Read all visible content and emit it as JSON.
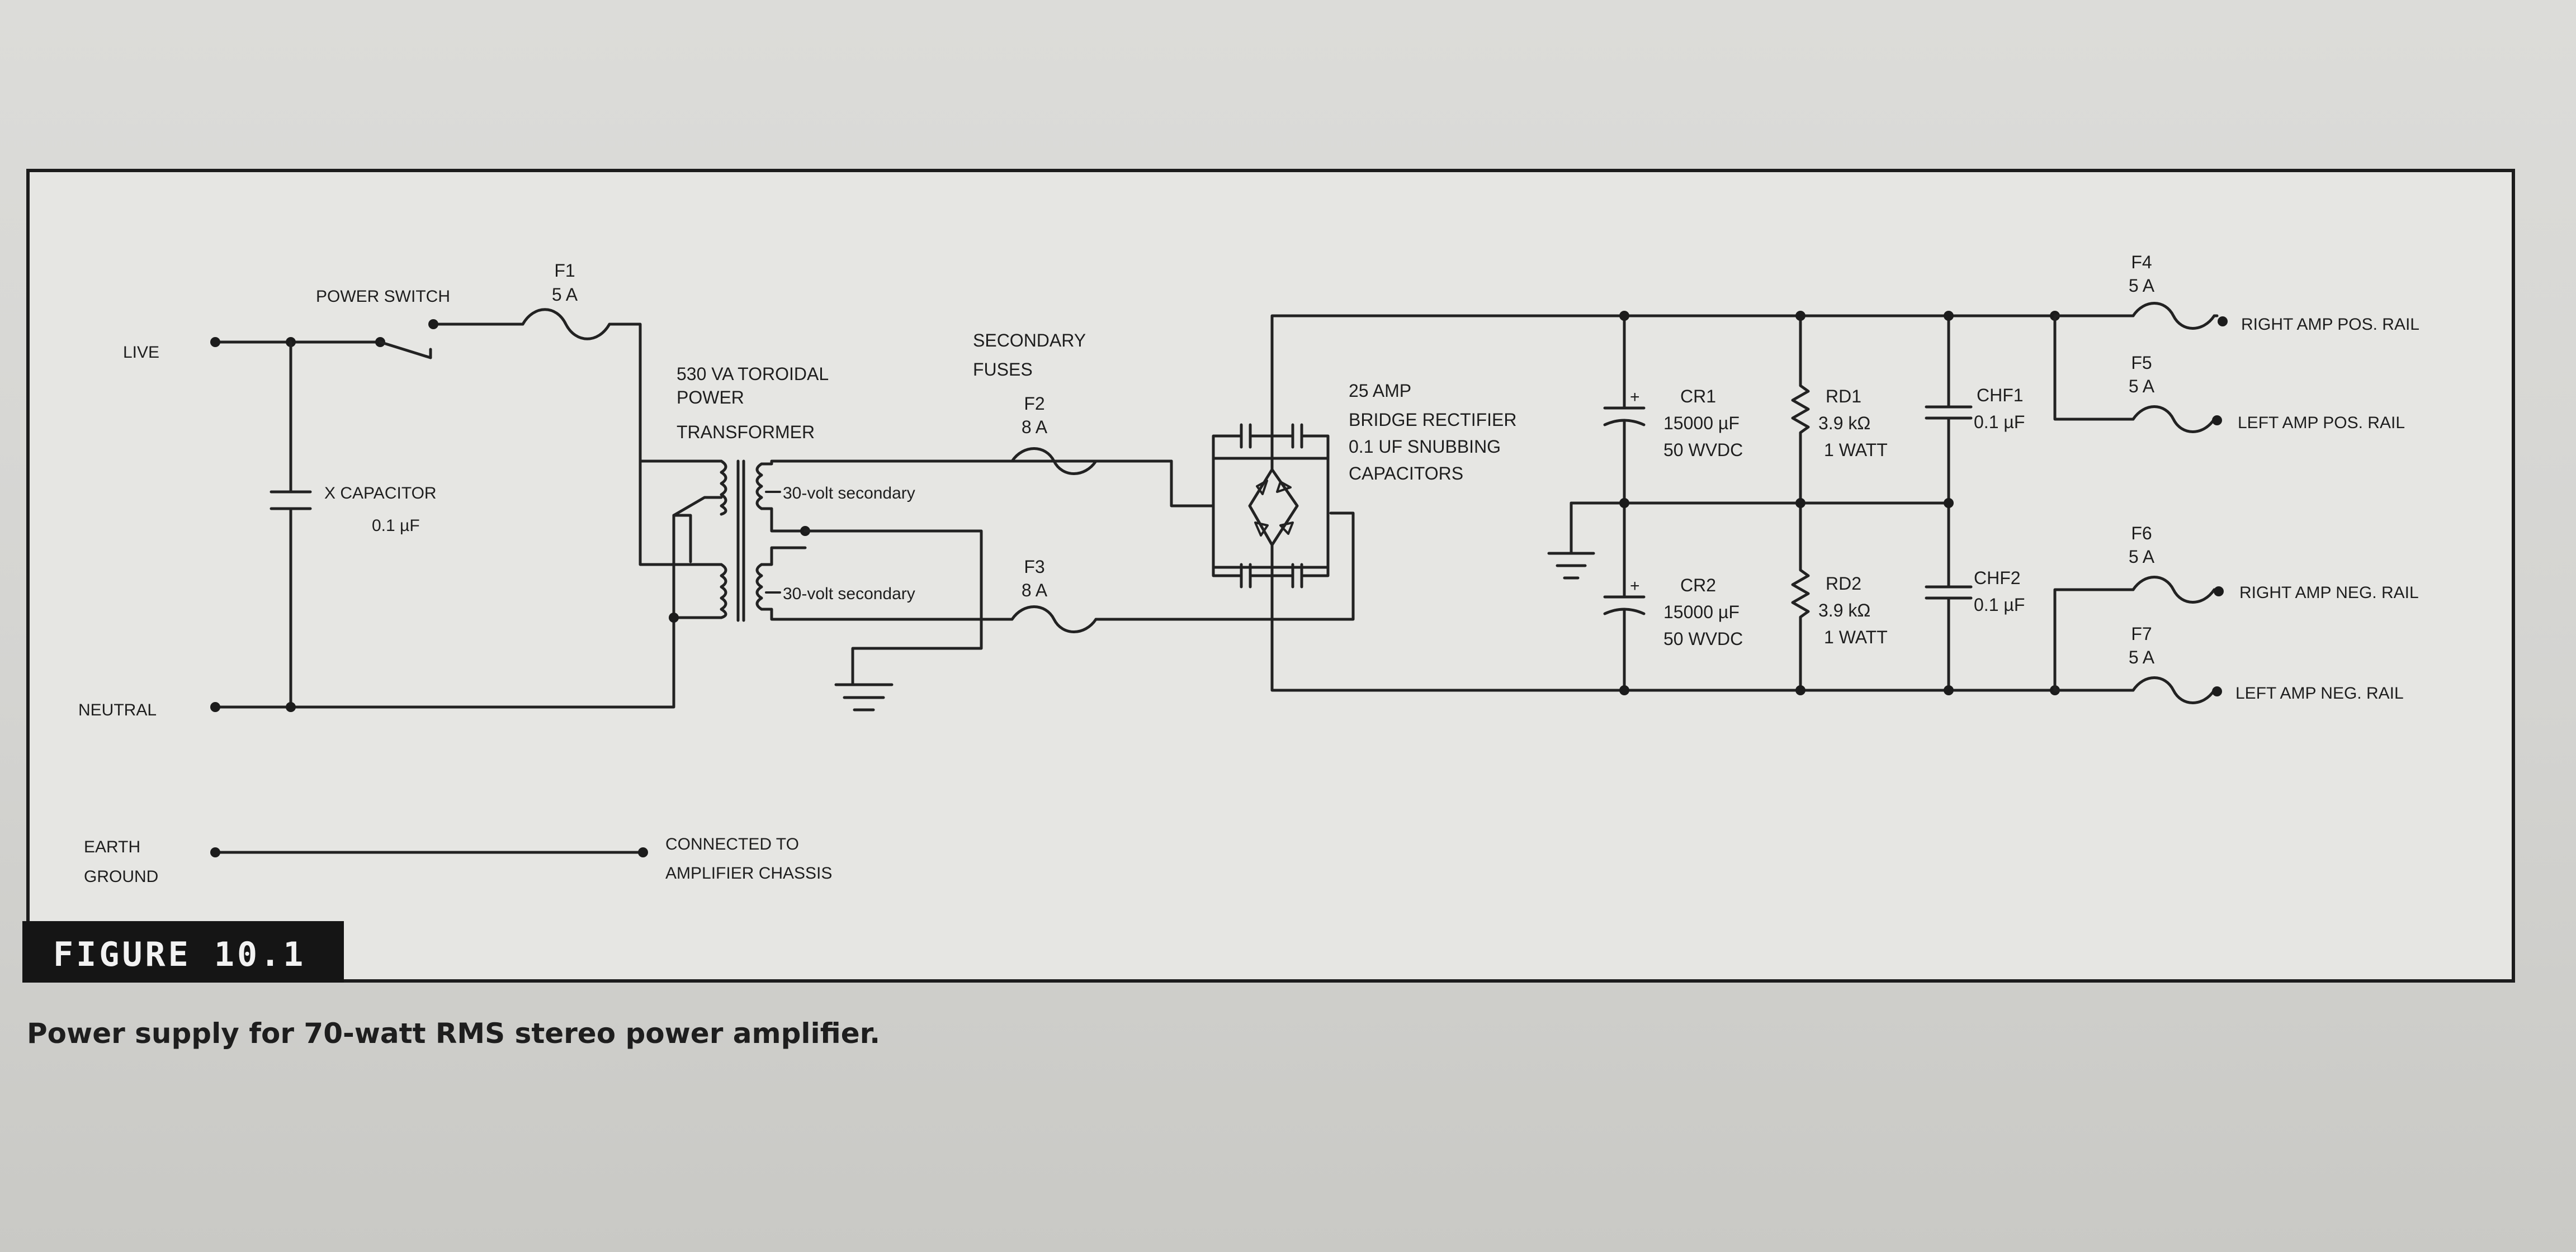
{
  "figure": {
    "label": "FIGURE 10.1",
    "caption": "Power supply for 70-watt RMS stereo power amplifier."
  },
  "inputs": {
    "live": "LIVE",
    "neutral": "NEUTRAL",
    "earth_line1": "EARTH",
    "earth_line2": "GROUND",
    "earth_note_line1": "CONNECTED TO",
    "earth_note_line2": "AMPLIFIER CHASSIS"
  },
  "power_switch": {
    "label": "POWER SWITCH"
  },
  "fuse_f1": {
    "name": "F1",
    "rating": "5 A"
  },
  "x_capacitor": {
    "name": "X CAPACITOR",
    "value": "0.1 µF"
  },
  "transformer": {
    "line1": "530 VA TOROIDAL",
    "line2": "POWER",
    "line3": "TRANSFORMER",
    "secondary1": "30-volt secondary",
    "secondary2": "30-volt secondary"
  },
  "secondary_fuses": {
    "heading_line1": "SECONDARY",
    "heading_line2": "FUSES",
    "f2_name": "F2",
    "f2_rating": "8 A",
    "f3_name": "F3",
    "f3_rating": "8 A"
  },
  "rectifier": {
    "line1": "25 AMP",
    "line2": "BRIDGE RECTIFIER",
    "line3": "0.1 UF  SNUBBING",
    "line4": "CAPACITORS"
  },
  "filter": {
    "cr1_name": "CR1",
    "cr1_value": "15000 µF",
    "cr1_rating": "50 WVDC",
    "cr2_name": "CR2",
    "cr2_value": "15000 µF",
    "cr2_rating": "50 WVDC",
    "rd1_name": "RD1",
    "rd1_value": "3.9 kΩ",
    "rd1_rating": "1 WATT",
    "rd2_name": "RD2",
    "rd2_value": "3.9 kΩ",
    "rd2_rating": "1 WATT",
    "chf1_name": "CHF1",
    "chf1_value": "0.1 µF",
    "chf2_name": "CHF2",
    "chf2_value": "0.1 µF"
  },
  "outputs": {
    "f4_name": "F4",
    "f4_rating": "5 A",
    "f4_label": "RIGHT AMP POS. RAIL",
    "f5_name": "F5",
    "f5_rating": "5 A",
    "f5_label": "LEFT AMP POS. RAIL",
    "f6_name": "F6",
    "f6_rating": "5 A",
    "f6_label": "RIGHT AMP NEG. RAIL",
    "f7_name": "F7",
    "f7_rating": "5 A",
    "f7_label": "LEFT AMP NEG. RAIL"
  }
}
